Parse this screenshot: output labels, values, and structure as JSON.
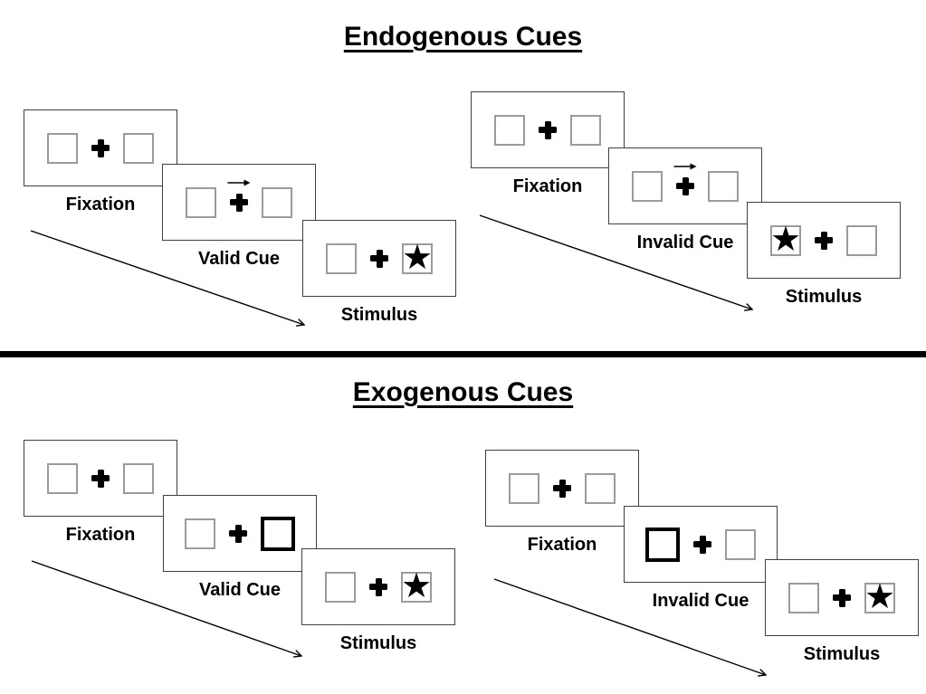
{
  "titles": {
    "endogenous": "Endogenous Cues",
    "exogenous": "Exogenous Cues"
  },
  "icons": {
    "star": "★",
    "fixation_cross": "plus-cross",
    "cue_arrow": "right-arrow"
  },
  "colors": {
    "ink": "#000000",
    "panel_border": "#404040",
    "box_border": "#9b9b9b",
    "background": "#ffffff"
  },
  "groups": [
    {
      "name": "endogenous-valid",
      "section": "endogenous",
      "panels": [
        {
          "label": "Fixation",
          "left_box": "empty",
          "right_box": "empty",
          "cue": "none"
        },
        {
          "label": "Valid Cue",
          "left_box": "empty",
          "right_box": "empty",
          "cue": "arrow-right"
        },
        {
          "label": "Stimulus",
          "left_box": "empty",
          "right_box": "star",
          "cue": "none"
        }
      ]
    },
    {
      "name": "endogenous-invalid",
      "section": "endogenous",
      "panels": [
        {
          "label": "Fixation",
          "left_box": "empty",
          "right_box": "empty",
          "cue": "none"
        },
        {
          "label": "Invalid Cue",
          "left_box": "empty",
          "right_box": "empty",
          "cue": "arrow-right"
        },
        {
          "label": "Stimulus",
          "left_box": "star",
          "right_box": "empty",
          "cue": "none"
        }
      ]
    },
    {
      "name": "exogenous-valid",
      "section": "exogenous",
      "panels": [
        {
          "label": "Fixation",
          "left_box": "empty",
          "right_box": "empty",
          "cue": "none"
        },
        {
          "label": "Valid Cue",
          "left_box": "empty",
          "right_box": "thick-outline",
          "cue": "none"
        },
        {
          "label": "Stimulus",
          "left_box": "empty",
          "right_box": "star",
          "cue": "none"
        }
      ]
    },
    {
      "name": "exogenous-invalid",
      "section": "exogenous",
      "panels": [
        {
          "label": "Fixation",
          "left_box": "empty",
          "right_box": "empty",
          "cue": "none"
        },
        {
          "label": "Invalid Cue",
          "left_box": "thick-outline",
          "right_box": "empty",
          "cue": "none"
        },
        {
          "label": "Stimulus",
          "left_box": "empty",
          "right_box": "star",
          "cue": "none"
        }
      ]
    }
  ]
}
